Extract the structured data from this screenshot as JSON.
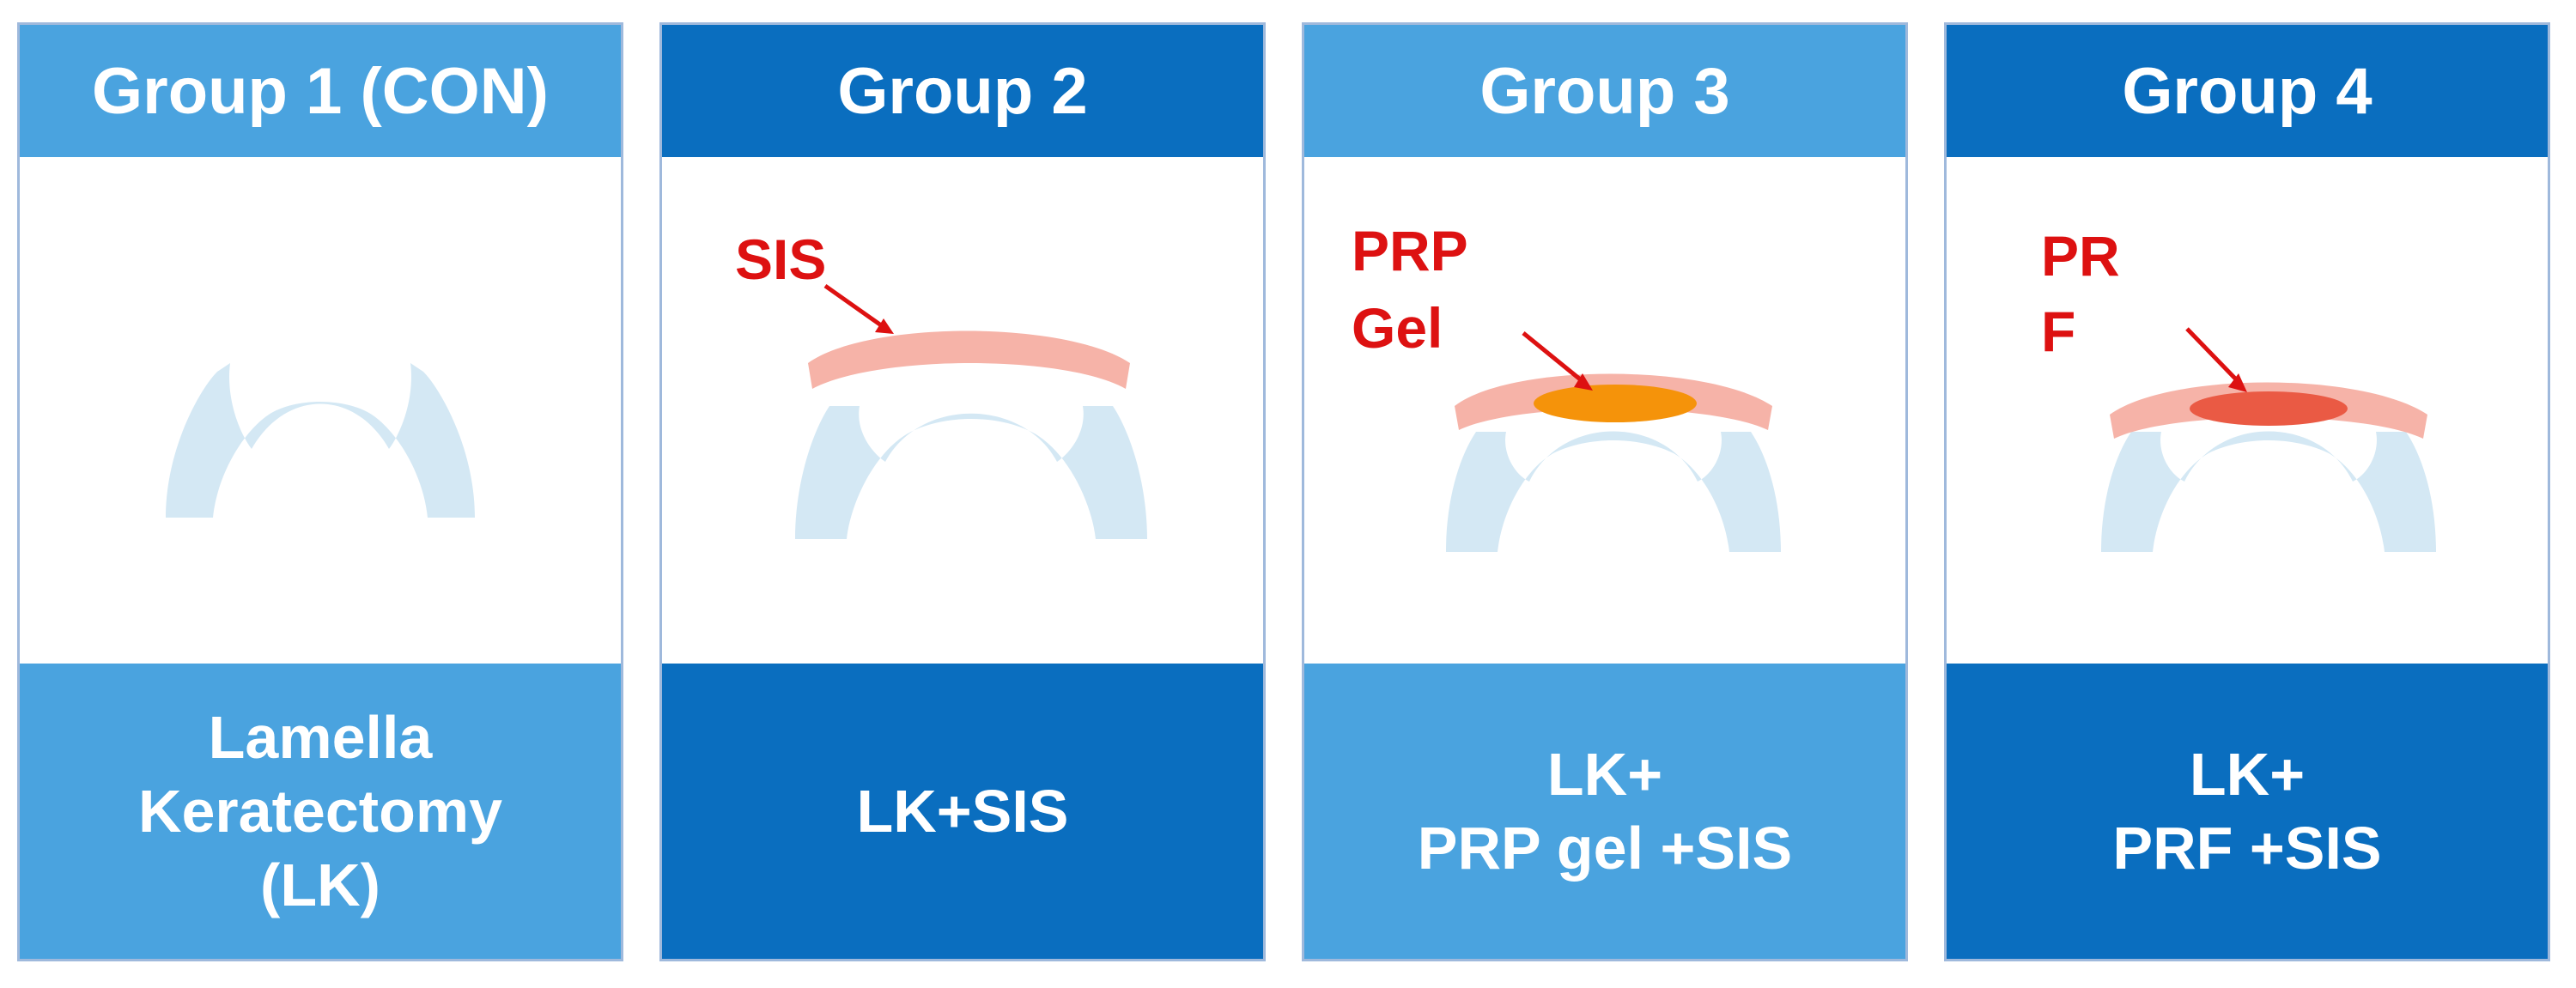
{
  "panels": [
    {
      "title": "Group 1 (CON)",
      "caption": [
        "Lamella",
        "Keratectomy",
        "(LK)"
      ],
      "labels": []
    },
    {
      "title": "Group 2",
      "caption": [
        "LK+SIS"
      ],
      "labels": [
        "SIS"
      ]
    },
    {
      "title": "Group 3",
      "caption": [
        "LK+",
        "PRP gel +SIS"
      ],
      "labels": [
        "PRP",
        "Gel"
      ]
    },
    {
      "title": "Group 4",
      "caption": [
        "LK+",
        "PRF +SIS"
      ],
      "labels": [
        "PR",
        "F"
      ]
    }
  ],
  "colors": {
    "light_blue": "#4aa3df",
    "dark_blue": "#0a6ebf",
    "cornea": "#d4e8f4",
    "sis_membrane": "#f6b3a8",
    "prp_gel": "#f5930a",
    "prf": "#ea5a44",
    "label_red": "#dd1111"
  }
}
